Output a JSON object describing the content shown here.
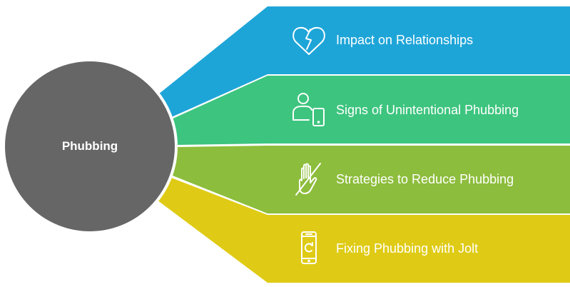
{
  "center": {
    "label": "Phubbing"
  },
  "colors": {
    "circle": "#666666",
    "blue": "#1ea5d8",
    "green": "#3dc47e",
    "lime": "#8dbd3c",
    "yellow": "#dfcb15"
  },
  "items": [
    {
      "label": "Impact on Relationships",
      "icon": "broken-heart-icon"
    },
    {
      "label": "Signs of Unintentional Phubbing",
      "icon": "person-phone-icon"
    },
    {
      "label": "Strategies to Reduce Phubbing",
      "icon": "hand-crossed-icon"
    },
    {
      "label": "Fixing Phubbing with Jolt",
      "icon": "phone-refresh-icon"
    }
  ]
}
